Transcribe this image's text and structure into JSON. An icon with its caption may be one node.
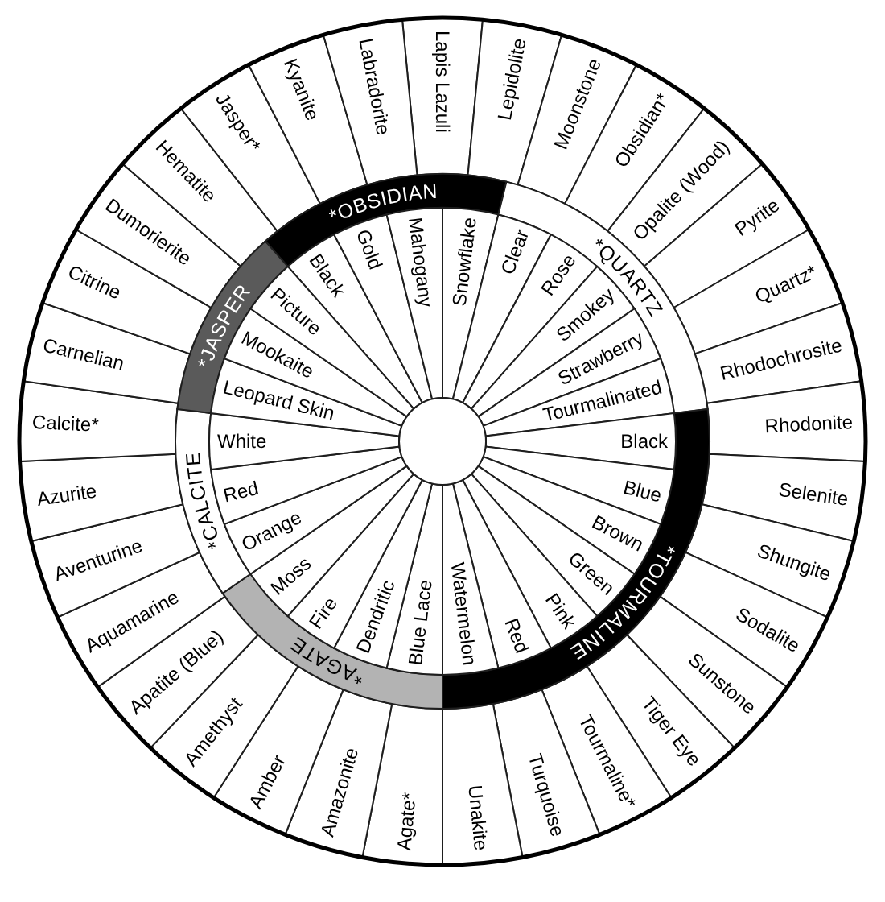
{
  "diagram": {
    "nodes": [
      {
        "text": [
          "Lapis Lazuli"
        ]
      },
      {
        "text": [
          "Lepidolite"
        ]
      },
      {
        "text": [
          "Moonstone"
        ]
      },
      {
        "text": [
          "Obsidian*"
        ]
      },
      {
        "text": [
          "Opalite (Wood)"
        ]
      },
      {
        "text": [
          "Pyrite"
        ]
      },
      {
        "text": [
          "Quartz*"
        ]
      },
      {
        "text": [
          "Rhodochrosite"
        ]
      },
      {
        "text": [
          "Rhodonite"
        ]
      },
      {
        "text": [
          "Selenite"
        ]
      },
      {
        "text": [
          "Shungite"
        ]
      },
      {
        "text": [
          "Sodalite"
        ]
      },
      {
        "text": [
          "Sunstone"
        ]
      },
      {
        "text": [
          "Tiger Eye"
        ]
      },
      {
        "text": [
          "Tourmaline*"
        ]
      },
      {
        "text": [
          "Turquoise"
        ]
      },
      {
        "text": [
          "Unakite"
        ]
      },
      {
        "text": [
          "Agate*"
        ]
      },
      {
        "text": [
          "Amazonite"
        ]
      },
      {
        "text": [
          "Amber"
        ]
      },
      {
        "text": [
          "Amethyst"
        ]
      },
      {
        "text": [
          "Apatite (Blue)"
        ]
      },
      {
        "text": [
          "Aquamarine"
        ]
      },
      {
        "text": [
          "Aventurine"
        ]
      },
      {
        "text": [
          "Azurite"
        ]
      },
      {
        "text": [
          "Calcite*"
        ]
      },
      {
        "text": [
          "Carnelian"
        ]
      },
      {
        "text": [
          "Citrine"
        ]
      },
      {
        "text": [
          "Dumorierite"
        ]
      },
      {
        "text": [
          "Hematite"
        ]
      },
      {
        "text": [
          "Jasper*"
        ]
      },
      {
        "text": [
          "Kyanite"
        ]
      },
      {
        "text": [
          "Labradorite"
        ]
      },
      {
        "text": [
          "*OBSIDIAN"
        ]
      },
      {
        "text": [
          "Black"
        ]
      },
      {
        "text": [
          "Gold"
        ]
      },
      {
        "text": [
          "Mahogany"
        ]
      },
      {
        "text": [
          "Snowflake"
        ]
      },
      {
        "text": [
          "*QUARTZ"
        ]
      },
      {
        "text": [
          "Clear"
        ]
      },
      {
        "text": [
          "Rose"
        ]
      },
      {
        "text": [
          "Smokey"
        ]
      },
      {
        "text": [
          "Strawberry"
        ]
      },
      {
        "text": [
          "Tourmalinated"
        ]
      },
      {
        "text": [
          "*TOURMALINE"
        ]
      },
      {
        "text": [
          "Black"
        ]
      },
      {
        "text": [
          "Blue"
        ]
      },
      {
        "text": [
          "Brown"
        ]
      },
      {
        "text": [
          "Green"
        ]
      },
      {
        "text": [
          "Pink"
        ]
      },
      {
        "text": [
          "Red"
        ]
      },
      {
        "text": [
          "Watermelon"
        ]
      },
      {
        "text": [
          "*AGATE"
        ]
      },
      {
        "text": [
          "Blue Lace"
        ]
      },
      {
        "text": [
          "Dendritic"
        ]
      },
      {
        "text": [
          "Fire"
        ]
      },
      {
        "text": [
          "Moss"
        ]
      },
      {
        "text": [
          "*CALCITE"
        ]
      },
      {
        "text": [
          "Orange"
        ]
      },
      {
        "text": [
          "Red"
        ]
      },
      {
        "text": [
          "White"
        ]
      },
      {
        "text": [
          "*JASPER"
        ]
      },
      {
        "text": [
          "Leopard Skin"
        ]
      },
      {
        "text": [
          "Mookaite"
        ]
      },
      {
        "text": [
          "Picture"
        ]
      }
    ]
  }
}
